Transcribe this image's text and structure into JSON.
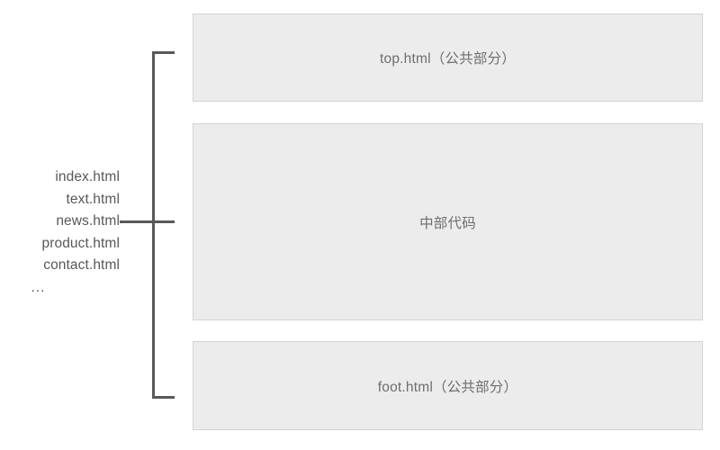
{
  "diagram": {
    "file_list": {
      "items": [
        "index.html",
        "text.html",
        "news.html",
        "product.html",
        "contact.html",
        "..."
      ]
    },
    "panels": [
      {
        "id": "top",
        "label": "top.html（公共部分）"
      },
      {
        "id": "middle",
        "label": "中部代码"
      },
      {
        "id": "bottom",
        "label": "foot.html（公共部分）"
      }
    ],
    "colors": {
      "panel_fill": "#ececec",
      "panel_border": "#d4d4d4",
      "panel_text": "#6e6e6e",
      "list_text": "#585858",
      "bracket": "#595959",
      "background": "#ffffff"
    }
  }
}
